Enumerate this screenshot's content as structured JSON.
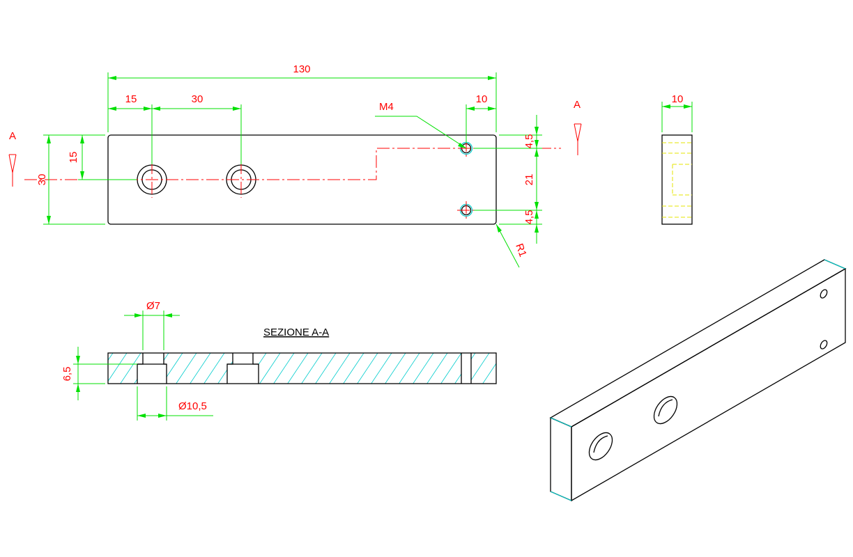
{
  "front_view": {
    "overall_length": "130",
    "first_hole_offset": "15",
    "hole_spacing": "30",
    "edge_offset_right": "10",
    "thread_label": "M4",
    "height": "30",
    "hole_height": "15",
    "top_offset": "4,5",
    "thread_spacing": "21",
    "bottom_offset": "4,5",
    "corner_radius": "R1"
  },
  "section_markers": {
    "left": "A",
    "right": "A"
  },
  "side_view": {
    "thickness": "10"
  },
  "section_view": {
    "title": "SEZIONE A-A",
    "through_diameter": "Ø7",
    "counterbore_diameter": "Ø10,5",
    "thickness": "6,5"
  },
  "colors": {
    "object_lines": "#000000",
    "dimension_lines": "#00e000",
    "dimension_text": "#ff0000",
    "center_lines": "#ff0000",
    "hatching": "#00cccc",
    "hidden_lines": "#e6e600"
  }
}
